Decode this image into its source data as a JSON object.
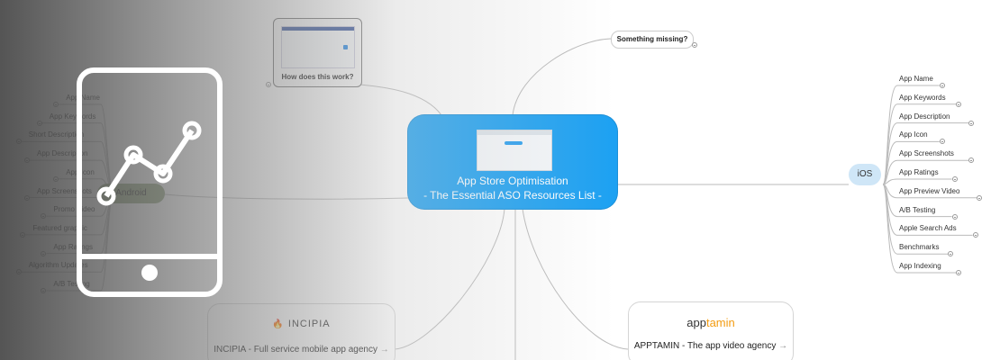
{
  "central": {
    "title_line1": "App Store Optimisation",
    "title_line2": "- The Essential ASO Resources List -"
  },
  "how": {
    "label": "How does this work?"
  },
  "missing": {
    "label": "Something missing?"
  },
  "ios": {
    "label": "iOS",
    "items": [
      "App Name",
      "App Keywords",
      "App Description",
      "App Icon",
      "App Screenshots",
      "App Ratings",
      "App Preview Video",
      "A/B Testing",
      "Apple Search Ads",
      "Benchmarks",
      "App Indexing"
    ]
  },
  "android": {
    "label": "Android",
    "items": [
      "App Name",
      "App Keywords",
      "Short Description",
      "App Description",
      "App Icon",
      "App Screenshots",
      "Promo Video",
      "Featured graphic",
      "App Ratings",
      "Algorithm Updates",
      "A/B Testing"
    ]
  },
  "incipia": {
    "logo_text": "INCIPIA",
    "caption": "INCIPIA - Full service mobile app agency"
  },
  "apptamin": {
    "logo_part1": "app",
    "logo_part2": "tamin",
    "caption": "APPTAMIN - The app video agency"
  },
  "colors": {
    "central": "#1da1f2",
    "ios_pill": "#cfe6f7",
    "android_pill": "#8fa37a",
    "apptamin_accent": "#f39c12"
  },
  "icons": {
    "hero": "mobile-analytics-icon",
    "link": "arrow-right-icon"
  }
}
